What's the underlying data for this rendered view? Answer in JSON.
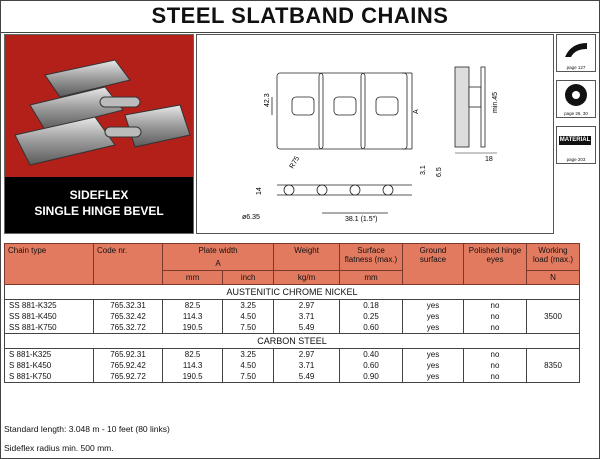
{
  "title": "STEEL SLATBAND CHAINS",
  "photo_caption": [
    "SIDEFLEX",
    "SINGLE HINGE BEVEL"
  ],
  "side_icons": [
    {
      "name": "sideflex-icon",
      "page": "page 127"
    },
    {
      "name": "sprocket-icon",
      "page": "page 26, 30"
    },
    {
      "name": "material-icon",
      "label": "MATERIAL",
      "page": "page 203"
    }
  ],
  "drawing_labels": {
    "dim_42_3": "42.3",
    "dim_a": "A",
    "dim_min45": "min.45",
    "dim_18": "18",
    "dim_14": "14",
    "dim_r75": "R75",
    "dim_3_1": "3.1",
    "dim_6_5": "6.5",
    "dim_6_35": "ø6.35",
    "dim_pitch": "38.1 (1.5\")"
  },
  "table": {
    "headers": {
      "chain_type": "Chain type",
      "code_nr": "Code nr.",
      "plate_width": "Plate width",
      "plate_width_a": "A",
      "weight": "Weight",
      "surface_flatness": "Surface flatness (max.)",
      "ground_surface": "Ground surface",
      "polished_hinge": "Polished hinge eyes",
      "working_load": "Working load (max.)"
    },
    "units": {
      "mm": "mm",
      "inch": "inch",
      "kgm": "kg/m",
      "mm2": "mm",
      "n": "N"
    },
    "sections": [
      {
        "name": "AUSTENITIC CHROME NICKEL",
        "working_load": "3500",
        "rows": [
          {
            "type": "SS 881-K325",
            "code": "765.32.31",
            "mm": "82.5",
            "inch": "3.25",
            "weight": "2.97",
            "flat": "0.18",
            "ground": "yes",
            "polished": "no"
          },
          {
            "type": "SS 881-K450",
            "code": "765.32.42",
            "mm": "114.3",
            "inch": "4.50",
            "weight": "3.71",
            "flat": "0.25",
            "ground": "yes",
            "polished": "no"
          },
          {
            "type": "SS 881-K750",
            "code": "765.32.72",
            "mm": "190.5",
            "inch": "7.50",
            "weight": "5.49",
            "flat": "0.60",
            "ground": "yes",
            "polished": "no"
          }
        ]
      },
      {
        "name": "CARBON STEEL",
        "working_load": "8350",
        "rows": [
          {
            "type": "S 881-K325",
            "code": "765.92.31",
            "mm": "82.5",
            "inch": "3.25",
            "weight": "2.97",
            "flat": "0.40",
            "ground": "yes",
            "polished": "no"
          },
          {
            "type": "S 881-K450",
            "code": "765.92.42",
            "mm": "114.3",
            "inch": "4.50",
            "weight": "3.71",
            "flat": "0.60",
            "ground": "yes",
            "polished": "no"
          },
          {
            "type": "S 881-K750",
            "code": "765.92.72",
            "mm": "190.5",
            "inch": "7.50",
            "weight": "5.49",
            "flat": "0.90",
            "ground": "yes",
            "polished": "no"
          }
        ]
      }
    ]
  },
  "notes": [
    "Standard length: 3.048 m - 10 feet (80 links)",
    "Sideflex radius min. 500 mm."
  ],
  "colors": {
    "header_bg": "#e27a5f",
    "photo_bg": "#b3201a"
  }
}
